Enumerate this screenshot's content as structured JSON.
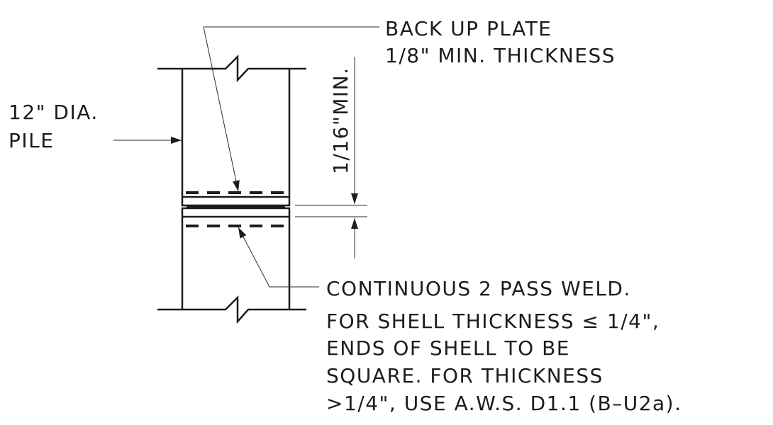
{
  "labels": {
    "backup_line1": "BACK UP PLATE",
    "backup_line2": "1/8\" MIN. THICKNESS",
    "pile_line1": "12\" DIA.",
    "pile_line2": "PILE",
    "gap_dimension": "1/16\"MIN.",
    "weld_line1": "CONTINUOUS 2 PASS WELD.",
    "weld_line2": "FOR SHELL THICKNESS ≤ 1/4\",",
    "weld_line3": "ENDS OF SHELL TO BE",
    "weld_line4": "SQUARE.  FOR THICKNESS",
    "weld_line5": ">1/4\", USE A.W.S. D1.1 (B–U2a)."
  }
}
